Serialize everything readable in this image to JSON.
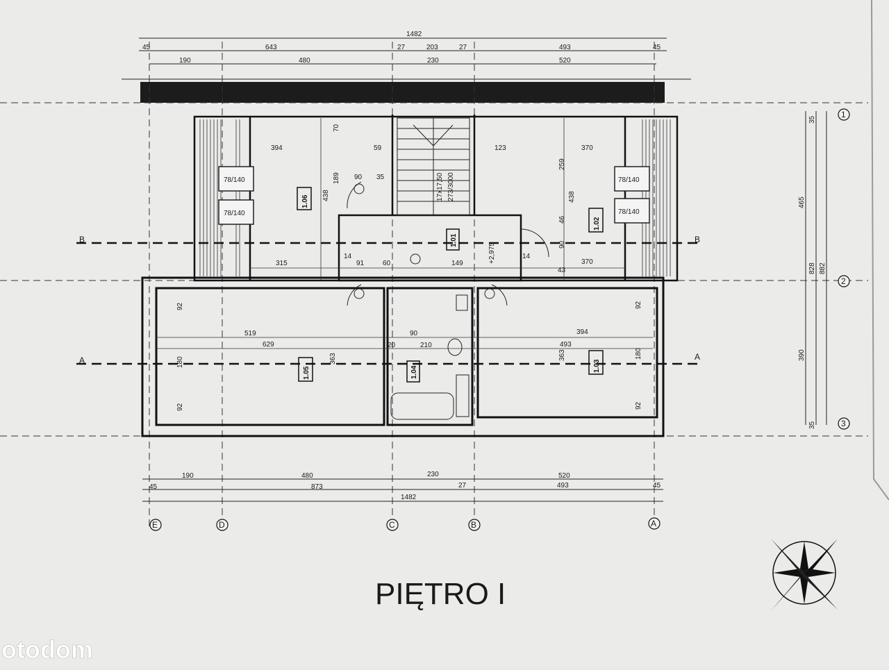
{
  "title": "PIĘTRO I",
  "watermark": "otodom",
  "dims_top": {
    "overall": "1482",
    "row2": [
      "45",
      "643",
      "27",
      "203",
      "27",
      "493",
      "45"
    ],
    "row3": [
      "190",
      "480",
      "230",
      "520"
    ]
  },
  "dims_bottom": {
    "row1": [
      "190",
      "480",
      "230",
      "520"
    ],
    "row2": [
      "45",
      "873",
      "27",
      "493",
      "45"
    ],
    "overall": "1482"
  },
  "dims_right": [
    "465",
    "828",
    "882",
    "390",
    "35",
    "35"
  ],
  "axes_bottom": [
    "E",
    "D",
    "C",
    "B",
    "A"
  ],
  "axes_right": [
    "1",
    "2",
    "3"
  ],
  "section_lines": [
    "B",
    "A"
  ],
  "rooms": [
    {
      "id": "1.06",
      "dims": [
        "394",
        "438",
        "189",
        "70",
        "59",
        "90",
        "35",
        "315"
      ]
    },
    {
      "id": "1.01",
      "dims": [
        "17x17,50",
        "273/3000",
        "+2,975",
        "91",
        "60",
        "149",
        "14",
        "14"
      ]
    },
    {
      "id": "1.02",
      "dims": [
        "123",
        "370",
        "259",
        "438",
        "46",
        "43",
        "370",
        "90"
      ]
    },
    {
      "id": "1.05",
      "dims": [
        "519",
        "629",
        "363",
        "180",
        "92",
        "92"
      ]
    },
    {
      "id": "1.04",
      "dims": [
        "90",
        "210",
        "20"
      ]
    },
    {
      "id": "1.03",
      "dims": [
        "394",
        "493",
        "363",
        "180",
        "92",
        "92"
      ]
    }
  ],
  "window_labels": [
    "78/140",
    "78/140",
    "78/140",
    "78/140"
  ],
  "colors": {
    "paper": "#e9e9e7",
    "ink": "#1a1a1a",
    "roof": "#1c1c1c",
    "hatch": "#555555"
  }
}
